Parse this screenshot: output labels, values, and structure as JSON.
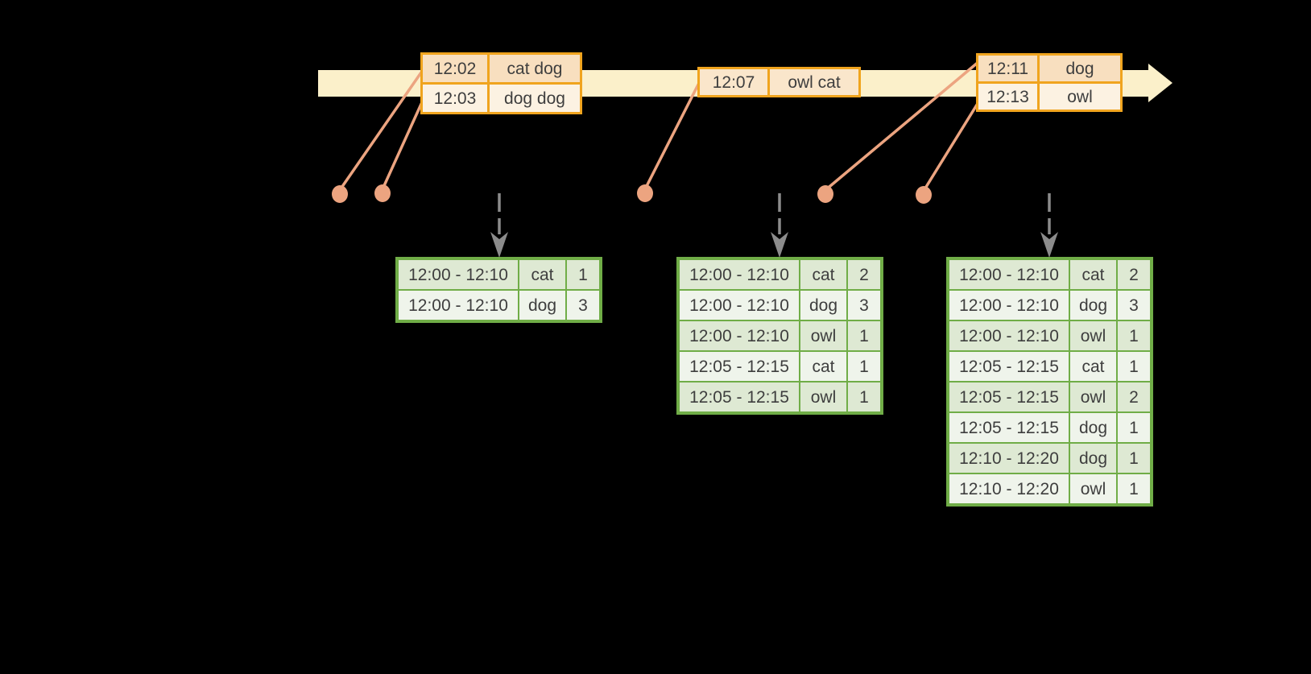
{
  "diagram": {
    "description": "Streaming windowed word-count diagram: timeline of events mapped to windowed grouped-aggregation result tables",
    "background": "#000000"
  },
  "timeline": {
    "event_tables": [
      {
        "rows": [
          {
            "time": "12:02",
            "words": "cat dog"
          },
          {
            "time": "12:03",
            "words": "dog dog"
          }
        ]
      },
      {
        "rows": [
          {
            "time": "12:07",
            "words": "owl cat"
          }
        ]
      },
      {
        "rows": [
          {
            "time": "12:11",
            "words": "dog"
          },
          {
            "time": "12:13",
            "words": "owl"
          }
        ]
      }
    ]
  },
  "result_tables": [
    {
      "rows": [
        {
          "window": "12:00 - 12:10",
          "word": "cat",
          "count": "1"
        },
        {
          "window": "12:00 - 12:10",
          "word": "dog",
          "count": "3"
        }
      ]
    },
    {
      "rows": [
        {
          "window": "12:00 - 12:10",
          "word": "cat",
          "count": "2"
        },
        {
          "window": "12:00 - 12:10",
          "word": "dog",
          "count": "3"
        },
        {
          "window": "12:00 - 12:10",
          "word": "owl",
          "count": "1"
        },
        {
          "window": "12:05 - 12:15",
          "word": "cat",
          "count": "1"
        },
        {
          "window": "12:05 - 12:15",
          "word": "owl",
          "count": "1"
        }
      ]
    },
    {
      "rows": [
        {
          "window": "12:00 - 12:10",
          "word": "cat",
          "count": "2"
        },
        {
          "window": "12:00 - 12:10",
          "word": "dog",
          "count": "3"
        },
        {
          "window": "12:00 - 12:10",
          "word": "owl",
          "count": "1"
        },
        {
          "window": "12:05 - 12:15",
          "word": "cat",
          "count": "1"
        },
        {
          "window": "12:05 - 12:15",
          "word": "owl",
          "count": "2"
        },
        {
          "window": "12:05 - 12:15",
          "word": "dog",
          "count": "1"
        },
        {
          "window": "12:10 - 12:20",
          "word": "dog",
          "count": "1"
        },
        {
          "window": "12:10 - 12:20",
          "word": "owl",
          "count": "1"
        }
      ]
    }
  ],
  "colors": {
    "timeline_band": "#FBF0CA",
    "event_border": "#F0A41E",
    "event_fill_peach": "#F8DFBF",
    "event_fill_cream": "#FCF2E2",
    "event_fill_mid": "#FAE6CB",
    "result_border": "#70AD47",
    "result_fill_sage": "#DEE9D3",
    "result_fill_pale": "#EFF4EB",
    "connector_salmon": "#ECA480",
    "trigger_gray": "#8C8C8C",
    "text": "#3E3E3E"
  }
}
